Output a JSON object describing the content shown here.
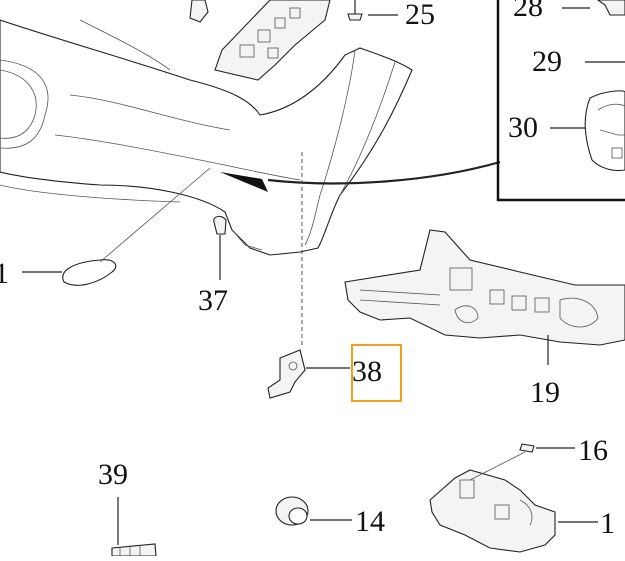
{
  "callouts": [
    {
      "id": "c25",
      "label": "25"
    },
    {
      "id": "c28",
      "label": "28"
    },
    {
      "id": "c29",
      "label": "29"
    },
    {
      "id": "c30",
      "label": "30"
    },
    {
      "id": "c1a",
      "label": "1"
    },
    {
      "id": "c37",
      "label": "37"
    },
    {
      "id": "c38",
      "label": "38"
    },
    {
      "id": "c19",
      "label": "19"
    },
    {
      "id": "c16",
      "label": "16"
    },
    {
      "id": "c39",
      "label": "39"
    },
    {
      "id": "c14",
      "label": "14"
    },
    {
      "id": "c1b",
      "label": "1"
    }
  ],
  "highlight": {
    "callout": "38",
    "color": "#f0a020"
  },
  "colors": {
    "line": "#222222",
    "part_fill": "#f4f4f4"
  }
}
